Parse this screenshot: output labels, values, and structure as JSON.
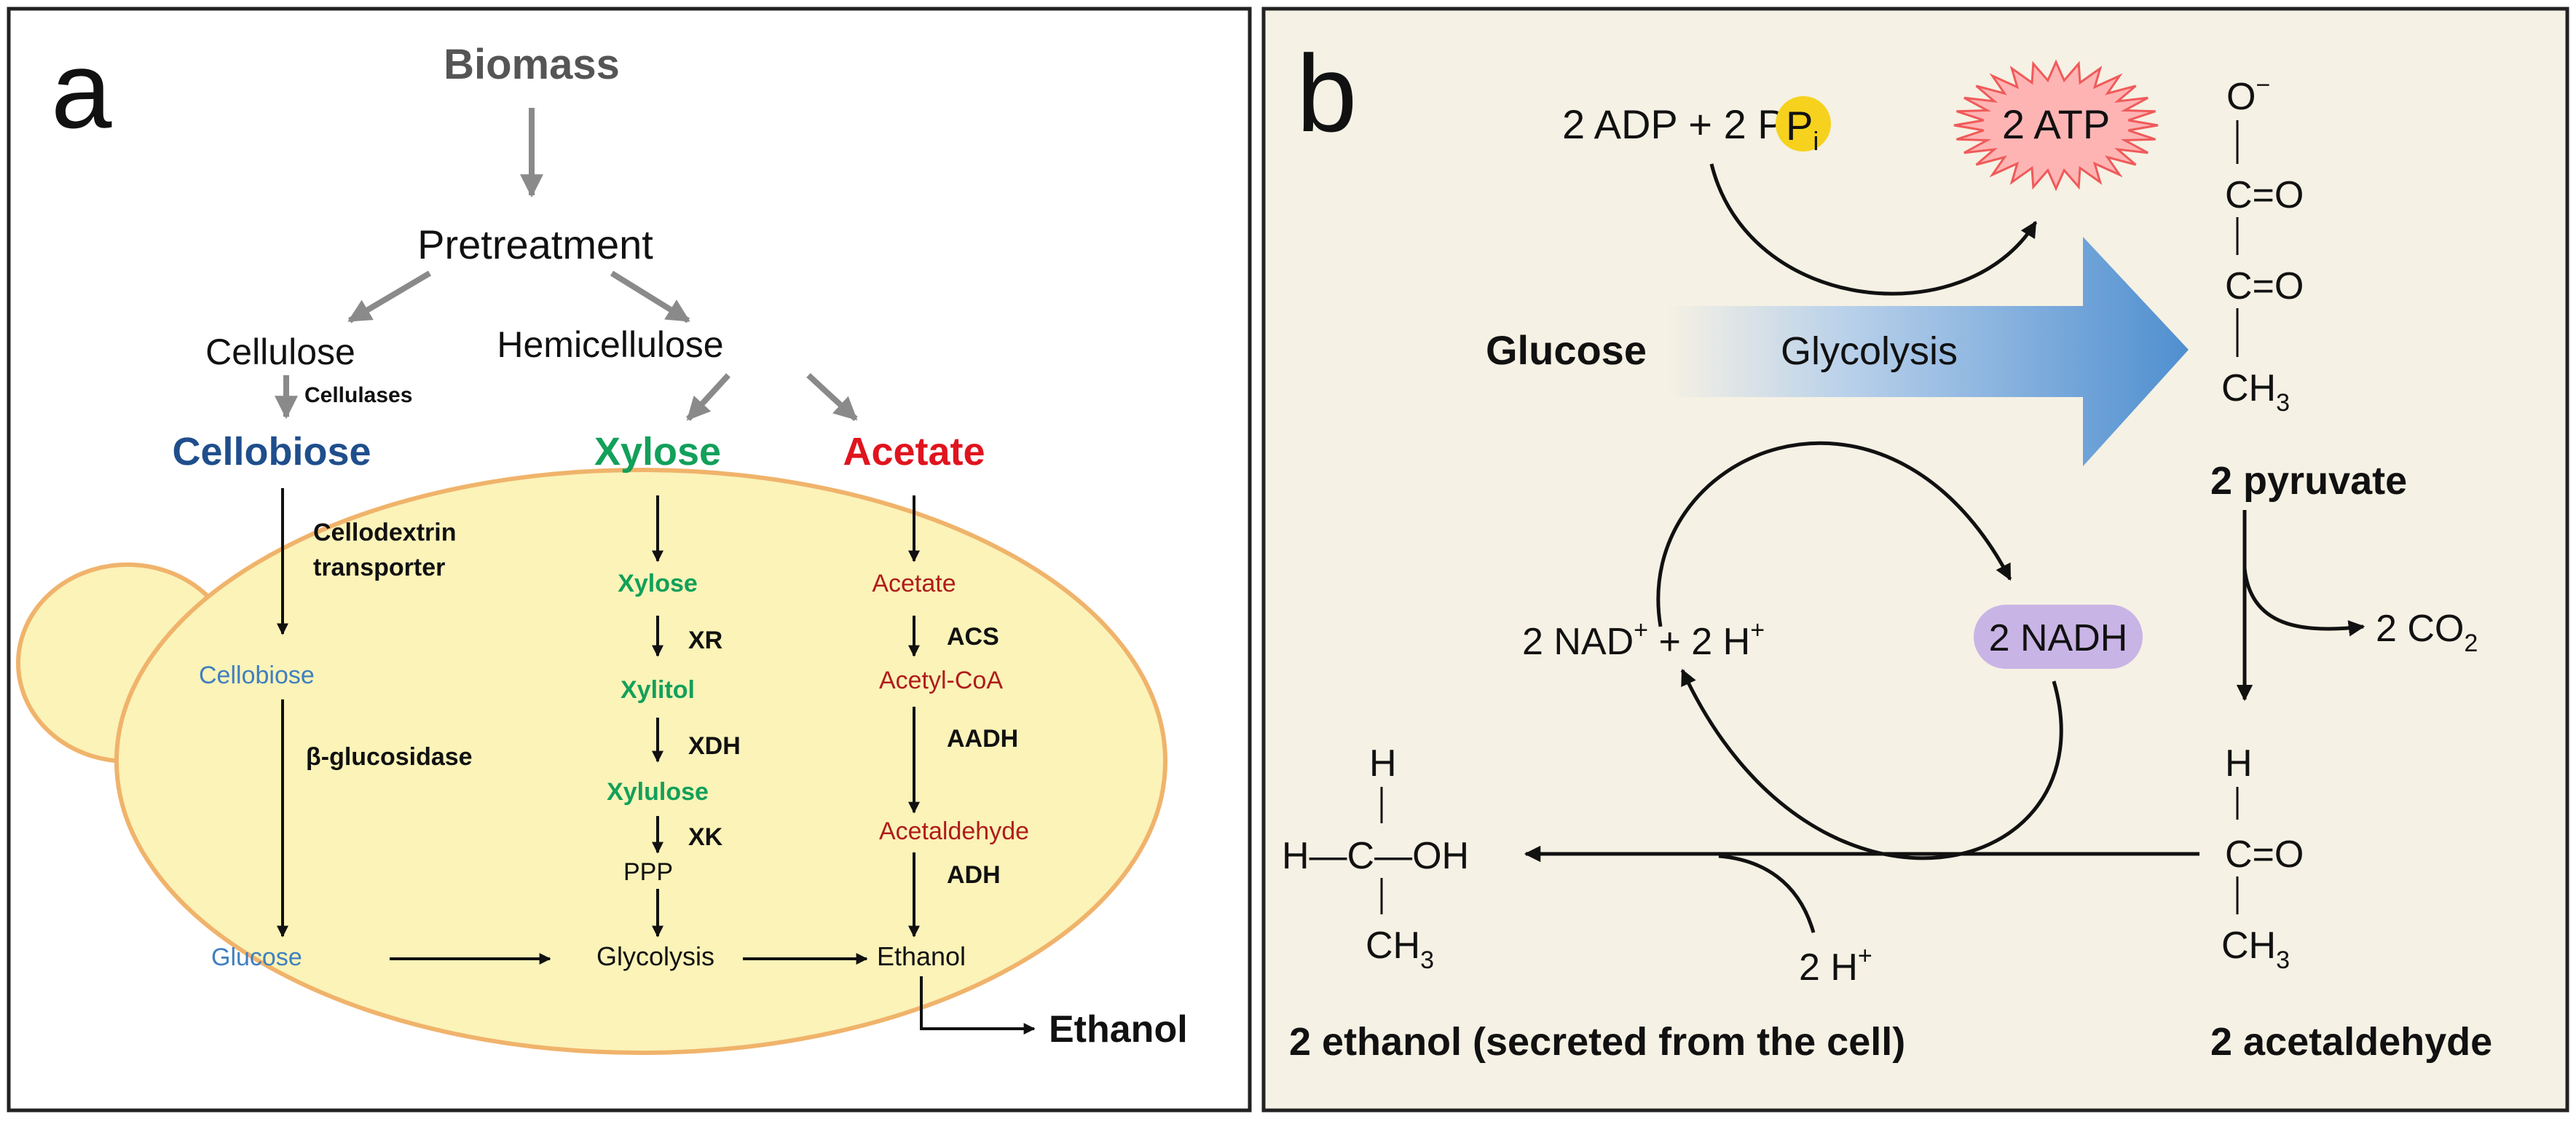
{
  "panel_a": {
    "letter": "a",
    "biomass": "Biomass",
    "pretreatment": "Pretreatment",
    "cellulose": "Cellulose",
    "cellulases": "Cellulases",
    "hemicellulose": "Hemicellulose",
    "cellobiose_out": "Cellobiose",
    "xylose_out": "Xylose",
    "acetate_out": "Acetate",
    "cellodextrin_line1": "Cellodextrin",
    "cellodextrin_line2": "transporter",
    "cellobiose_in": "Cellobiose",
    "beta_glucosidase": "β-glucosidase",
    "glucose": "Glucose",
    "xylose_in": "Xylose",
    "xr": "XR",
    "xylitol": "Xylitol",
    "xdh": "XDH",
    "xylulose": "Xylulose",
    "xk": "XK",
    "ppp": "PPP",
    "glycolysis": "Glycolysis",
    "acetate_in": "Acetate",
    "acs": "ACS",
    "acetyl_coa": "Acetyl-CoA",
    "aadh": "AADH",
    "acetaldehyde": "Acetaldehyde",
    "adh": "ADH",
    "ethanol_in": "Ethanol",
    "ethanol_out": "Ethanol",
    "colors": {
      "blue": "#1f4e8c",
      "light_blue": "#3f7fbf",
      "green": "#12a05a",
      "red": "#e0141e",
      "dark_red": "#b01c1c",
      "cell": "#fbf3b8",
      "cell_edge": "#f0b36b"
    }
  },
  "panel_b": {
    "letter": "b",
    "adp": "2 ADP + 2 P",
    "pi_sub": "i",
    "atp": "2 ATP",
    "glucose": "Glucose",
    "glycolysis": "Glycolysis",
    "nad": "2 NAD",
    "nad_sup": "+",
    "plus_h": " + 2 H",
    "plus_h_sup": "+",
    "nadh": "2 NADH",
    "pyruvate_label": "2 pyruvate",
    "co2": "2 CO",
    "co2_sub": "2",
    "h_plus": "2 H",
    "h_plus_sup": "+",
    "ethanol_label": "2 ethanol (secreted from the cell)",
    "acetaldehyde_label": "2 acetaldehyde",
    "pyruvate_o": "O",
    "pyruvate_o_sup": "−",
    "pyruvate_co1": "C=O",
    "pyruvate_co2": "C=O",
    "ch3": "CH",
    "ch3_sub": "3",
    "ald_h": "H",
    "ald_co": "C=O",
    "eth_h": "H",
    "eth_hcoh": "H—C—OH",
    "colors": {
      "bg": "#f5f1e4",
      "atp_fill": "#ffb4b4",
      "atp_edge": "#f05a5a",
      "pi_fill": "#f6d21e",
      "nadh_fill": "#c9b4e6",
      "arrow_blue": "#4f8fd0"
    }
  }
}
